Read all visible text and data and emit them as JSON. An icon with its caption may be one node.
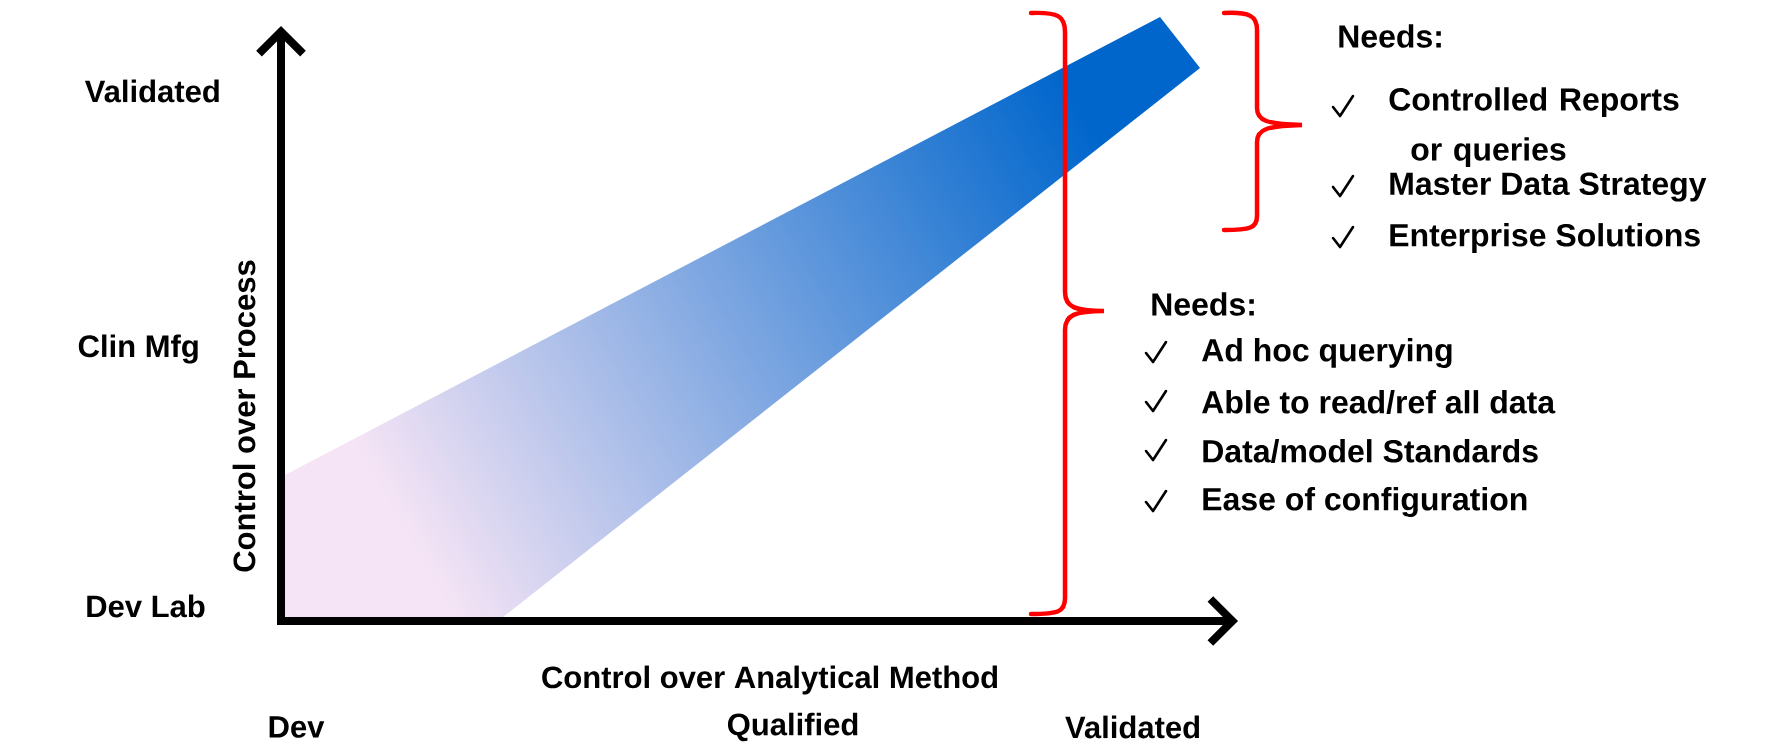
{
  "diagram": {
    "labels": [
      "Validated",
      "Needs:",
      "Controlled Reports or queries",
      "Master Data Strategy",
      "Enterprise Solutions",
      "Clin Mfg",
      "Control over Process",
      "Needs:",
      "Ad hoc querying",
      "Able to read/ref all data",
      "Data/model Standards",
      "Ease of configuration",
      "Dev Lab",
      "Control over Analytical Method",
      "Dev",
      "Qualified",
      "Validated"
    ]
  }
}
